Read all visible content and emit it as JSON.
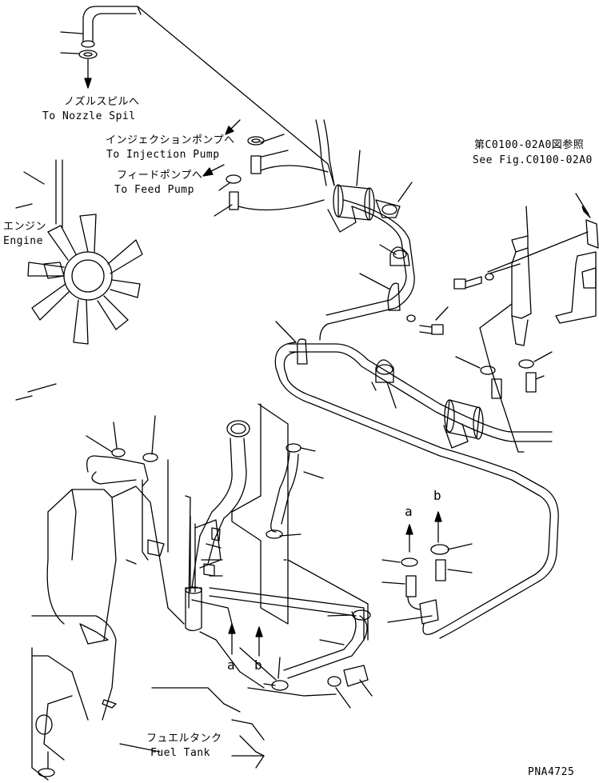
{
  "labels": {
    "nozzle_jp": "ノズルスピルへ",
    "nozzle_en": "To Nozzle Spil",
    "injection_jp": "インジェクションポンプへ",
    "injection_en": "To Injection Pump",
    "feed_jp": "フィードポンプへ",
    "feed_en": "To Feed Pump",
    "engine_jp": "エンジン",
    "engine_en": "Engine",
    "fig_jp": "第C0100-02A0図参照",
    "fig_en": "See Fig.C0100-02A0",
    "fuel_jp": "フュエルタンク",
    "fuel_en": "Fuel Tank",
    "ref_a_top": "a",
    "ref_b_top": "b",
    "ref_a_bottom": "a",
    "ref_b_bottom": "b",
    "drawing_no": "PNA4725"
  }
}
